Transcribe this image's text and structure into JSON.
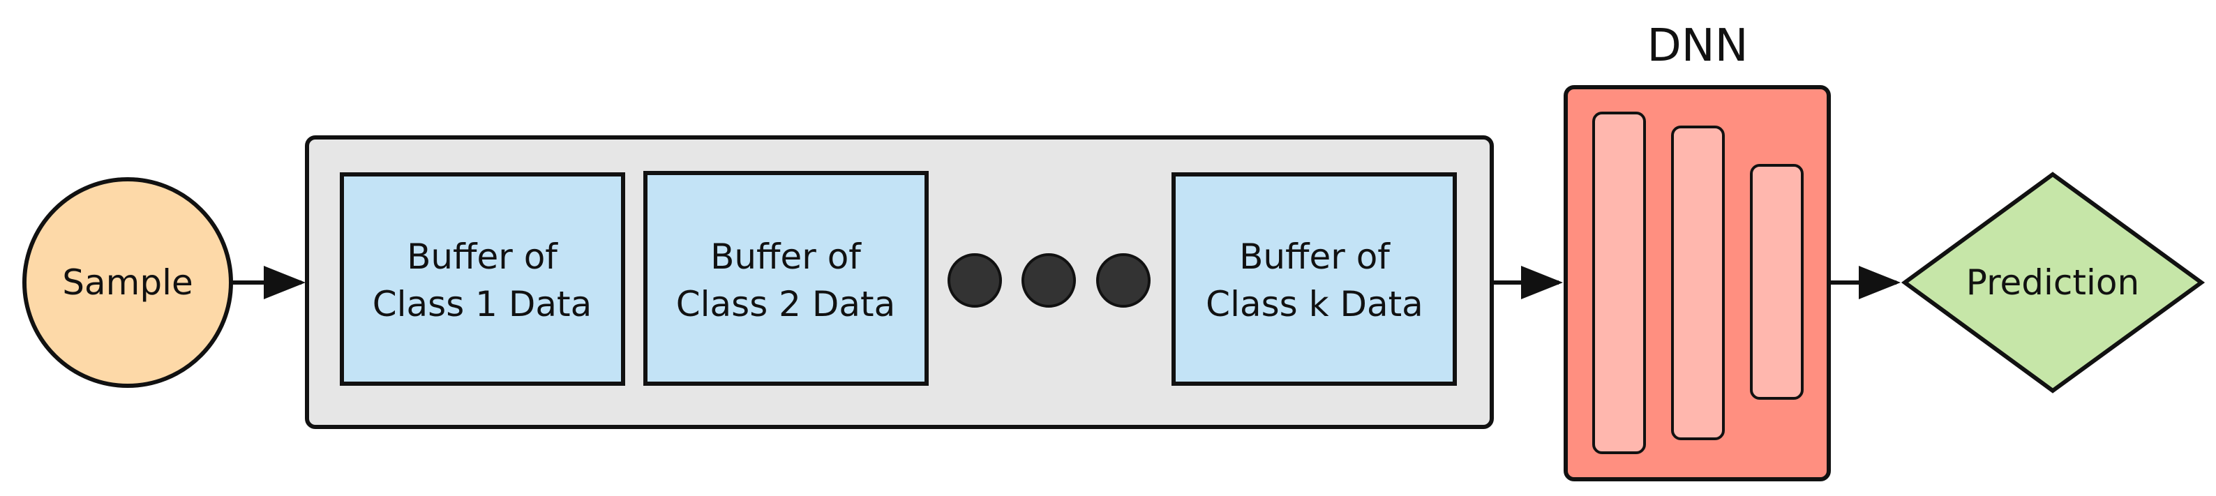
{
  "nodes": {
    "sample": {
      "label": "Sample",
      "color": "#FDD9A8"
    },
    "buffer_1": {
      "line1": "Buffer of",
      "line2": "Class 1 Data",
      "color": "#C3E3F6"
    },
    "buffer_2": {
      "line1": "Buffer of",
      "line2": "Class 2 Data",
      "color": "#C3E3F6"
    },
    "buffer_k": {
      "line1": "Buffer of",
      "line2": "Class k Data",
      "color": "#C3E3F6"
    },
    "buffer_container": {
      "color": "#E6E6E6"
    },
    "dnn": {
      "title": "DNN",
      "color": "#FF8F80",
      "layer_color": "#FFB7AE"
    },
    "prediction": {
      "label": "Prediction",
      "color": "#C6E6A8"
    },
    "ellipsis_dots": {
      "count": 3,
      "color": "#333333"
    }
  },
  "edges": [
    {
      "from": "sample",
      "to": "buffer_container"
    },
    {
      "from": "buffer_container",
      "to": "dnn"
    },
    {
      "from": "dnn",
      "to": "prediction"
    }
  ]
}
